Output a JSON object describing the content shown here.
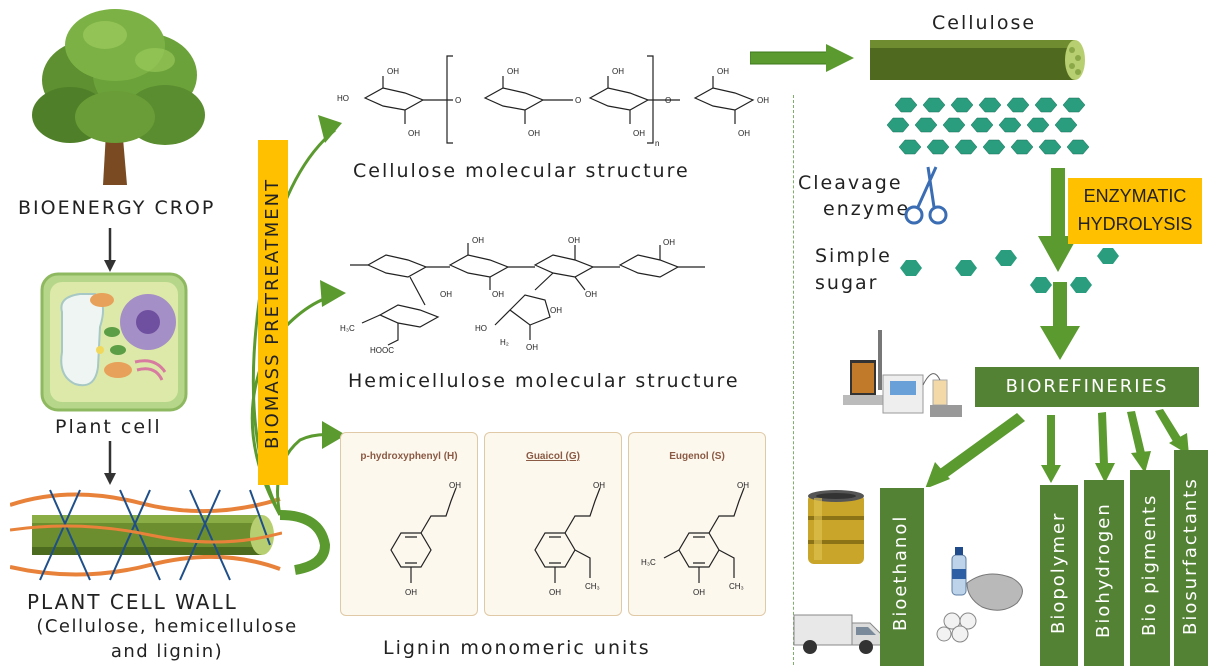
{
  "left": {
    "crop_label": "BIOENERGY CROP",
    "cell_label": "Plant cell",
    "wall_label": "PLANT CELL WALL",
    "wall_sub1": "(Cellulose, hemicellulose",
    "wall_sub2": "and lignin)"
  },
  "pretreatment": "BIOMASS PRETREATMENT",
  "cellulose_struct_label": "Cellulose molecular structure",
  "hemicellulose_struct_label": "Hemicellulose molecular structure",
  "lignin": {
    "label": "Lignin monomeric units",
    "units": [
      {
        "name": "p-hydroxyphenyl (H)"
      },
      {
        "name": "Guaicol (G)"
      },
      {
        "name": "Eugenol (S)"
      }
    ]
  },
  "chem_text": {
    "oh": "OH",
    "ho": "HO",
    "o": "O",
    "n": "n",
    "h3c": "H₃C",
    "ch3": "CH₃",
    "hooc": "HOOC",
    "h2": "H₂"
  },
  "right": {
    "cellulose_label": "Cellulose",
    "cleavage1": "Cleavage",
    "cleavage2": "enzyme",
    "sugar1": "Simple",
    "sugar2": "sugar",
    "hydrolysis1": "ENZYMATIC",
    "hydrolysis2": "HYDROLYSIS",
    "biorefineries": "BIOREFINERIES",
    "products": [
      "Bioethanol",
      "Biopolymer",
      "Biohydrogen",
      "Bio pigments",
      "Biosurfactants"
    ]
  },
  "colors": {
    "arrow_green": "#5a9a2e",
    "bar_green": "#548235",
    "yellow": "#ffc000",
    "hexagon": "#2a9d7f"
  }
}
